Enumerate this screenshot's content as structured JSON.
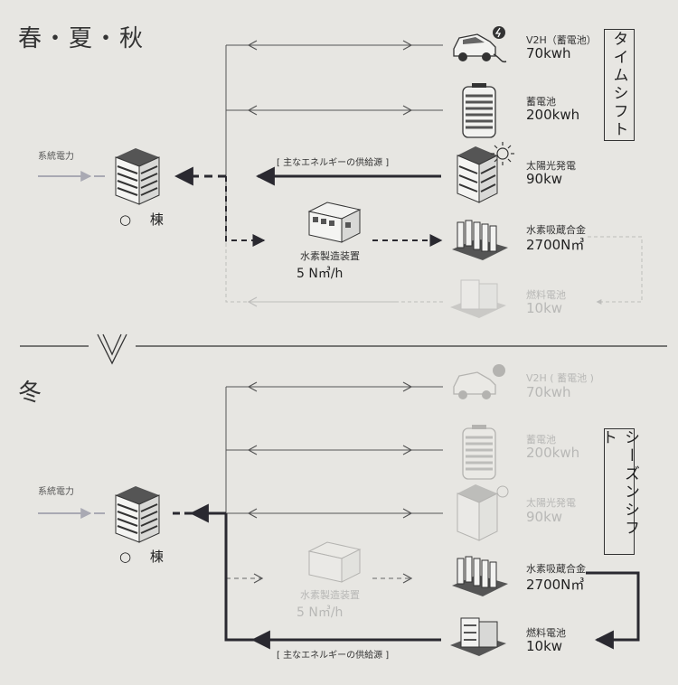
{
  "seasons": {
    "top_title": "春・夏・秋",
    "bottom_title": "冬"
  },
  "grid_power": "系統電力",
  "building_label": "○ 棟",
  "top": {
    "mode_label": "タイムシフト",
    "supply_caption": "[ 主なエネルギーの供給源 ]",
    "factory": {
      "name": "水素製造装置",
      "value": "5 N㎥/h"
    },
    "sources": [
      {
        "name": "V2H（蓄電池）",
        "value": "70kwh"
      },
      {
        "name": "蓄電池",
        "value": "200kwh"
      },
      {
        "name": "太陽光発電",
        "value": "90kw"
      },
      {
        "name": "水素吸蔵合金",
        "value": "2700N㎥"
      },
      {
        "name": "燃料電池",
        "value": "10kw"
      }
    ]
  },
  "bottom": {
    "mode_label": "シーズンシフト",
    "supply_caption": "[ 主なエネルギーの供給源 ]",
    "factory": {
      "name": "水素製造装置",
      "value": "5 N㎥/h"
    },
    "sources": [
      {
        "name": "V2H ( 蓄電池 )",
        "value": "70kwh"
      },
      {
        "name": "蓄電池",
        "value": "200kwh"
      },
      {
        "name": "太陽光発電",
        "value": "90kw"
      },
      {
        "name": "水素吸蔵合金",
        "value": "2700N㎥"
      },
      {
        "name": "燃料電池",
        "value": "10kw"
      }
    ]
  },
  "colors": {
    "background": "#e7e6e2",
    "line_dark": "#2a2930",
    "line_light": "#6a6a6a",
    "dimmed": "#bdbdbb",
    "grid_arrow": "#a9a9b3"
  }
}
